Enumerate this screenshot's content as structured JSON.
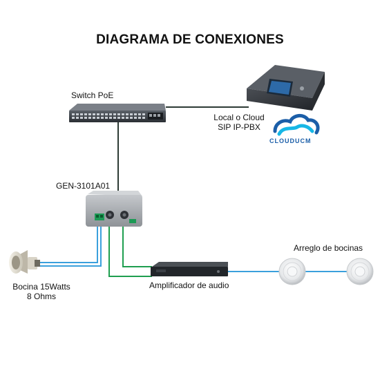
{
  "title": "DIAGRAMA DE CONEXIONES",
  "labels": {
    "switch": "Switch PoE",
    "pbx_line1": "Local o Cloud",
    "pbx_line2": "SIP IP-PBX",
    "cloud_logo": "CLOUDUCM",
    "gen": "GEN-3101A01",
    "horn_line1": "Bocina 15Watts",
    "horn_line2": "8 Ohms",
    "amplifier": "Amplificador de audio",
    "speaker_array": "Arreglo de bocinas"
  },
  "colors": {
    "network_cable": "#2c3a34",
    "speaker_cable": "#3aa0dc",
    "audio_cable": "#1e9e4f",
    "cloud_blue": "#1b5ea8",
    "cloud_cyan": "#17b7e6",
    "device_gray": "#a9adb2"
  }
}
